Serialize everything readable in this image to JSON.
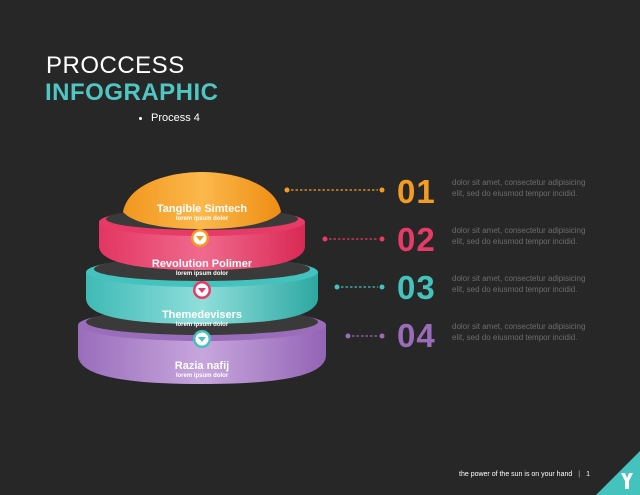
{
  "header": {
    "title_line1": "PROCCESS",
    "title_line2": "INFOGRAPHIC",
    "subtitle": "Process 4"
  },
  "layers": [
    {
      "title": "Tangible Simtech",
      "sub": "lorem ipsum dolor",
      "number": "01",
      "desc": "dolor sit amet, consectetur adipisicing elit, sed do eiusmod tempor incidid.",
      "color": "#f39c24"
    },
    {
      "title": "Revolution Polimer",
      "sub": "lorem ipsum dolor",
      "number": "02",
      "desc": "dolor sit amet, consectetur adipisicing elit, sed do eiusmod tempor incidid.",
      "color": "#e83a66"
    },
    {
      "title": "Themedevisers",
      "sub": "lorem ipsum dolor",
      "number": "03",
      "desc": "dolor sit amet, consectetur adipisicing elit, sed do eiusmod tempor incidid.",
      "color": "#44c2bd"
    },
    {
      "title": "Razia nafij",
      "sub": "lorem ipsum dolor",
      "number": "04",
      "desc": "dolor sit amet, consectetur adipisicing elit, sed do eiusmod tempor incidid.",
      "color": "#9a6dbb"
    }
  ],
  "footer": {
    "tagline": "the power of the sun is on your hand",
    "page": "1"
  },
  "icons": {
    "arrow": "chevron-down-icon",
    "corner_logo": "y-logo-icon"
  }
}
